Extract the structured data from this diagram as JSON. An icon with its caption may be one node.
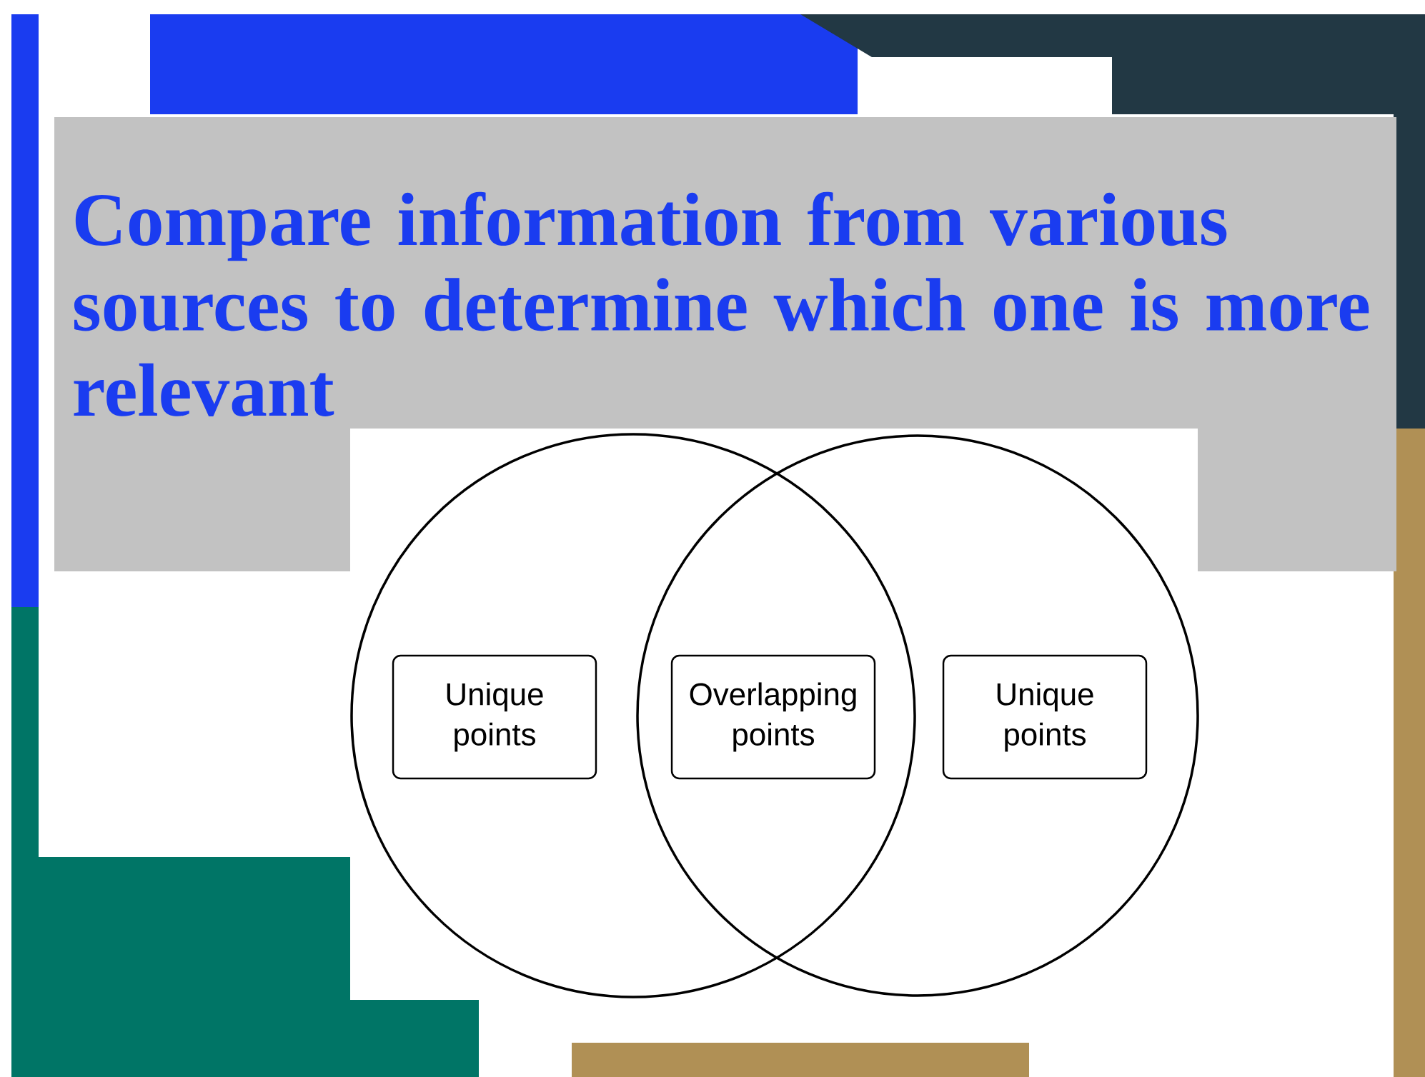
{
  "diagram": {
    "title": "Compare information from various sources to determine which one is more relevant",
    "nodes": [
      {
        "text": [],
        "shape": "circle"
      },
      {
        "text": [],
        "shape": "circle"
      },
      {
        "text": [
          "Unique points"
        ],
        "in": 0
      },
      {
        "text": [
          "Overlapping points"
        ]
      },
      {
        "text": [
          "Unique points"
        ],
        "in": 1
      }
    ]
  }
}
